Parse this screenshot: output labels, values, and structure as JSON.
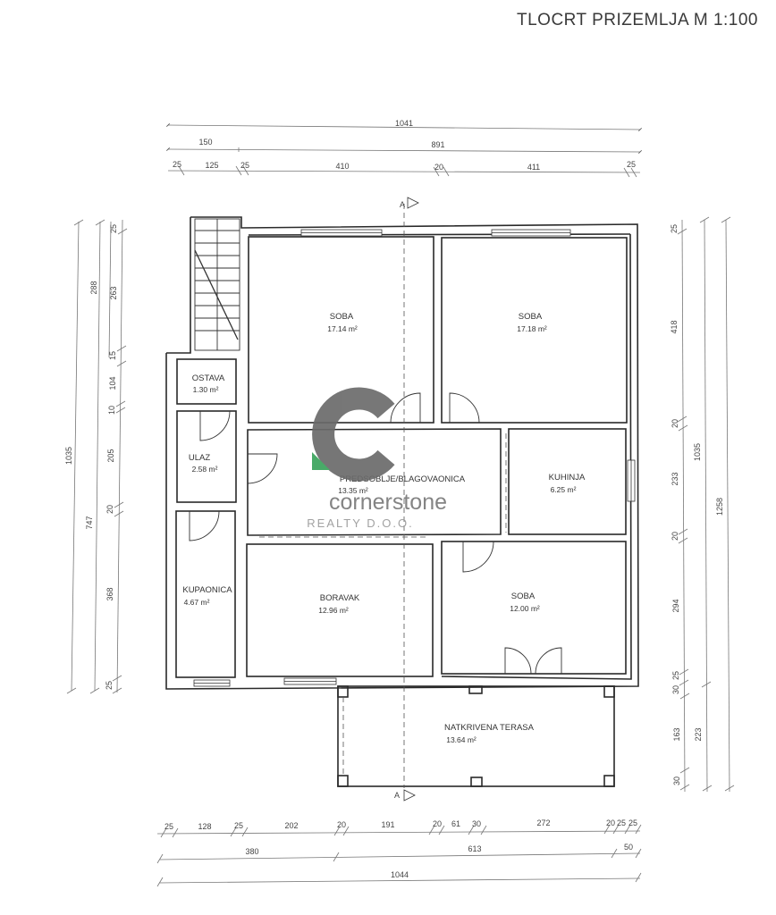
{
  "title": "TLOCRT PRIZEMLJA M 1:100",
  "logo": {
    "name": "cornerstone",
    "sub": "REALTY D.O.O.",
    "letter": "C",
    "gray": "#6b6b6b",
    "green": "#3aa35c"
  },
  "section_marks": {
    "top": "A",
    "bottom": "A"
  },
  "rooms": {
    "soba1": {
      "name": "SOBA",
      "area": "17.14 m²"
    },
    "soba2": {
      "name": "SOBA",
      "area": "17.18 m²"
    },
    "ostava": {
      "name": "OSTAVA",
      "area": "1.30 m²"
    },
    "ulaz": {
      "name": "ULAZ",
      "area": "2.58 m²"
    },
    "predsoblje": {
      "name": "PREDSOBLJE/BLAGOVAONICA",
      "area": "13.35 m²"
    },
    "kuhinja": {
      "name": "KUHINJA",
      "area": "6.25 m²"
    },
    "kupaonica": {
      "name": "KUPAONICA",
      "area": "4.67 m²"
    },
    "boravak": {
      "name": "BORAVAK",
      "area": "12.96 m²"
    },
    "soba3": {
      "name": "SOBA",
      "area": "12.00 m²"
    },
    "terasa": {
      "name": "NATKRIVENA TERASA",
      "area": "13.64 m²"
    }
  },
  "dims": {
    "top1": "1041",
    "top2a": "150",
    "top2b": "891",
    "top3a": "25",
    "top3b": "125",
    "top3c": "25",
    "top3d": "410",
    "top3e": "20",
    "top3f": "411",
    "top3g": "25",
    "bot1a": "25",
    "bot1b": "128",
    "bot1c": "25",
    "bot1d": "202",
    "bot1e": "20",
    "bot1f": "191",
    "bot1g": "20",
    "bot1h": "61",
    "bot1i": "30",
    "bot1j": "272",
    "bot1k": "20",
    "bot1l": "25",
    "bot1m": "25",
    "bot2a": "380",
    "bot2b": "613",
    "bot2c": "50",
    "bot3": "1044",
    "left1": "1035",
    "left2": "747",
    "left3a": "288",
    "left4a": "25",
    "left4b": "263",
    "left4c": "15",
    "left4d": "104",
    "left4e": "10",
    "left4f": "205",
    "left4g": "20",
    "left4h": "368",
    "left4i": "25",
    "right1a": "25",
    "right1b": "418",
    "right1c": "20",
    "right1d": "233",
    "right1e": "20",
    "right1f": "294",
    "right1g": "25",
    "right1h": "30",
    "right1i": "163",
    "right1j": "30",
    "right2a": "1035",
    "right2b": "223",
    "right3": "1258"
  }
}
